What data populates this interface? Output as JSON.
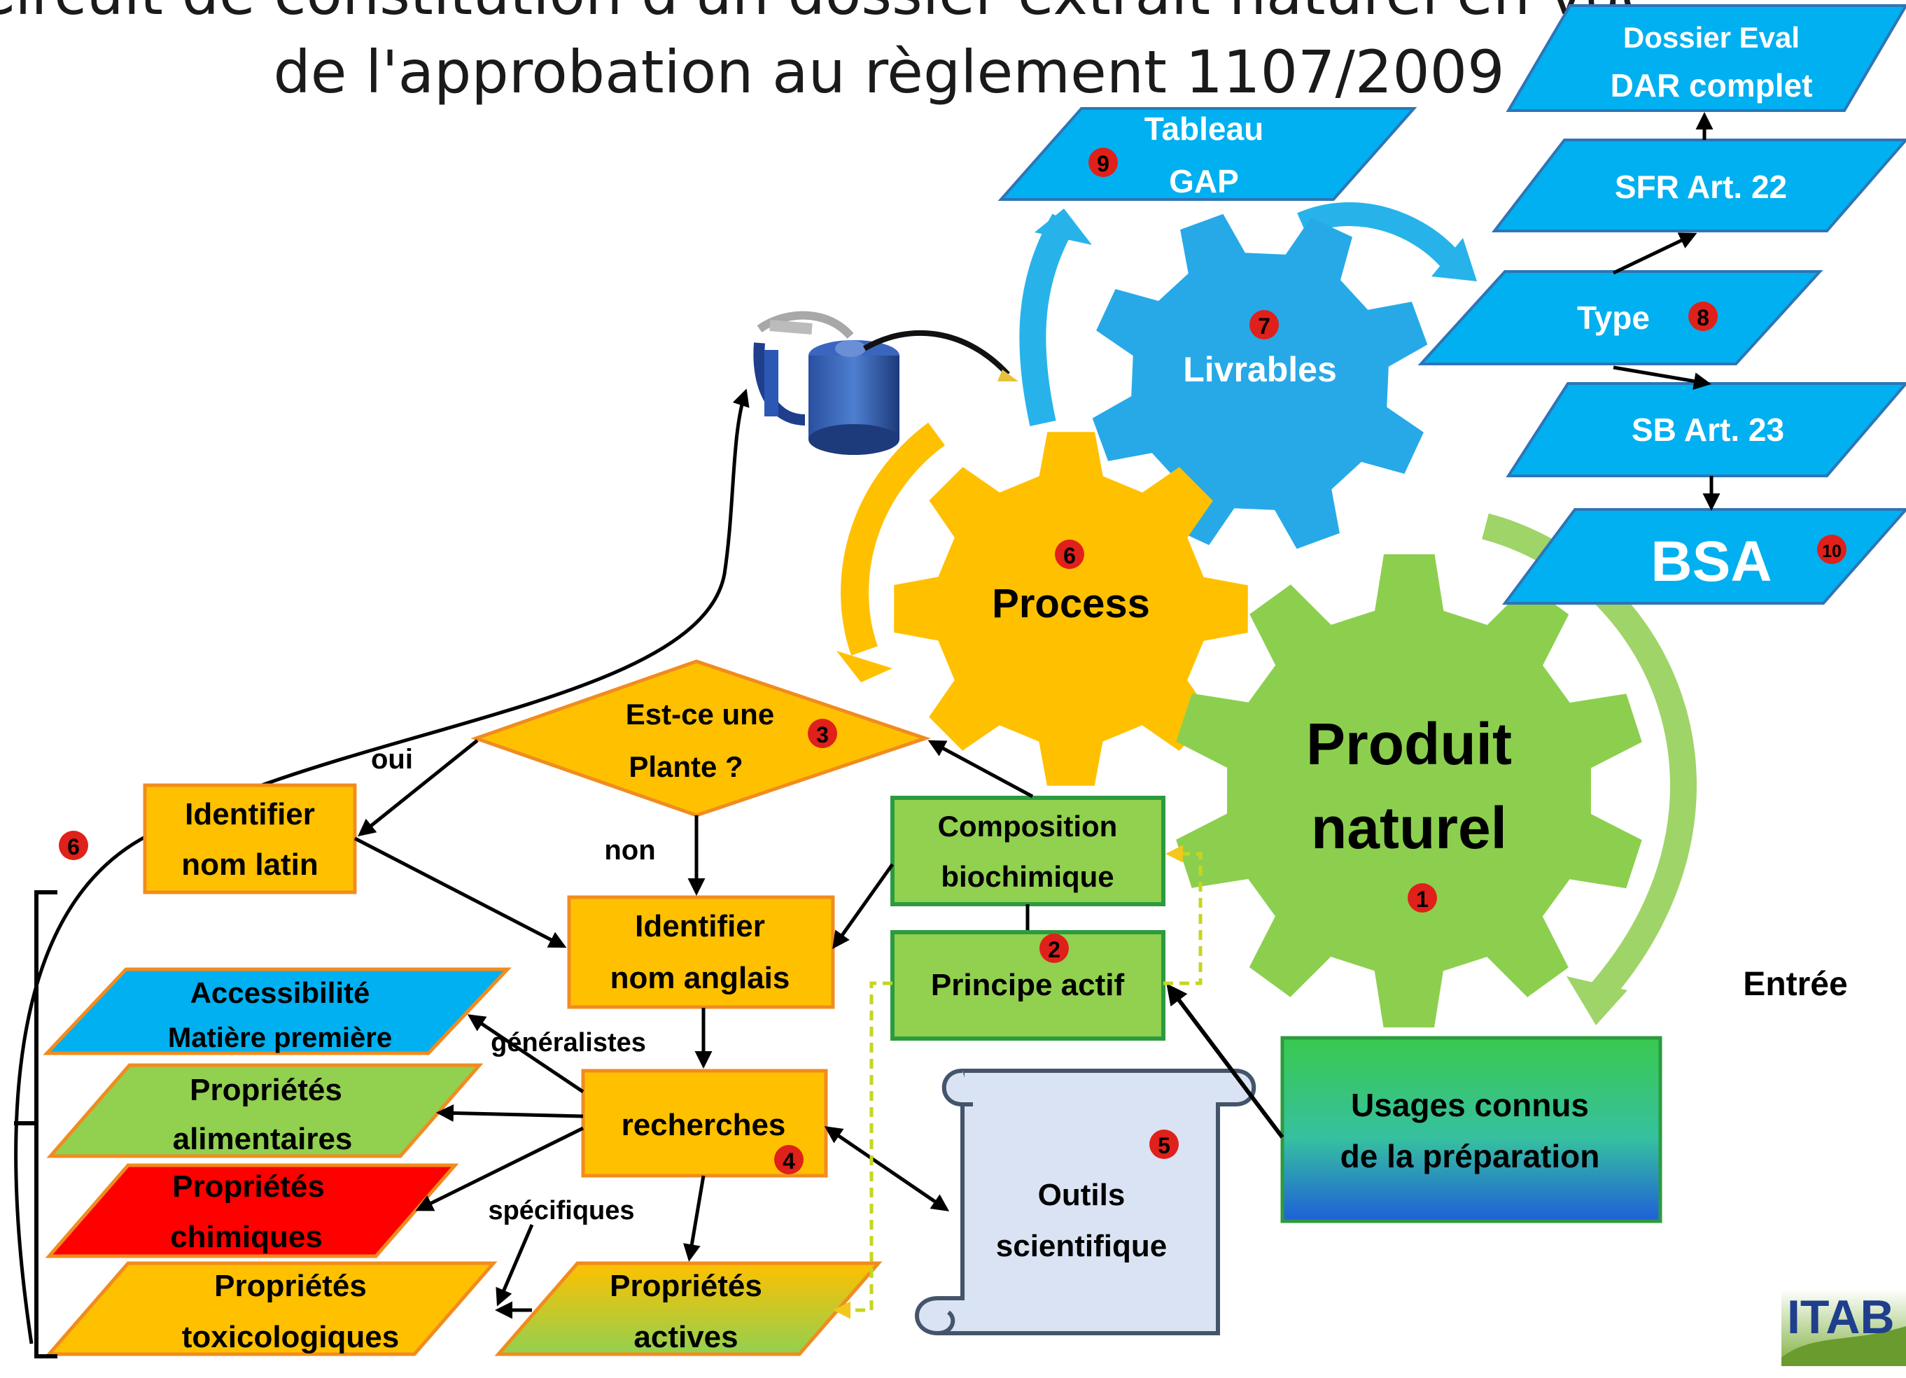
{
  "title": {
    "line1": "Circuit de constitution d'un dossier extrait naturel en vue",
    "line2": "de l'approbation au règlement 1107/2009"
  },
  "gears": {
    "produit_naturel": {
      "label_line1": "Produit",
      "label_line2": "naturel",
      "badge": "1",
      "color": "#8ccf4f"
    },
    "process": {
      "label": "Process",
      "badge": "6",
      "color": "#ffc000"
    },
    "livrables": {
      "label": "Livrables",
      "badge": "7",
      "color": "#27a9e8"
    }
  },
  "deliverables": {
    "tableau_gap": {
      "line1": "Tableau",
      "line2": "GAP",
      "badge": "9"
    },
    "dossier_eval": {
      "line1": "Dossier Eval",
      "line2": "DAR complet"
    },
    "sfr": {
      "label": "SFR Art. 22"
    },
    "type": {
      "label": "Type",
      "badge": "8"
    },
    "sb": {
      "label": "SB Art. 23"
    },
    "bsa": {
      "label": "BSA",
      "badge": "10"
    }
  },
  "flow": {
    "decision": {
      "line1": "Est-ce une",
      "line2": "Plante ?",
      "badge": "3"
    },
    "oui": "oui",
    "non": "non",
    "identifier_latin": {
      "line1": "Identifier",
      "line2": "nom latin"
    },
    "identifier_anglais": {
      "line1": "Identifier",
      "line2": "nom anglais"
    },
    "composition": {
      "line1": "Composition",
      "line2": "biochimique"
    },
    "principe_actif": {
      "label": "Principe actif",
      "badge": "2"
    },
    "recherches": {
      "label": "recherches",
      "badge": "4"
    },
    "generalistes": "généralistes",
    "specifiques": "spécifiques",
    "outils": {
      "line1": "Outils",
      "line2": "scientifique",
      "badge": "5"
    },
    "usages": {
      "line1": "Usages connus",
      "line2": "de la préparation"
    },
    "entree": "Entrée",
    "side_badge": "6"
  },
  "properties": {
    "accessibilite": {
      "line1": "Accessibilité",
      "line2": "Matière première"
    },
    "alimentaires": {
      "line1": "Propriétés",
      "line2": "alimentaires"
    },
    "chimiques": {
      "line1": "Propriétés",
      "line2": "chimiques"
    },
    "toxicologiques": {
      "line1": "Propriétés",
      "line2": "toxicologiques"
    },
    "actives": {
      "line1": "Propriétés",
      "line2": "actives"
    }
  },
  "logo": {
    "text": "ITAB"
  },
  "colors": {
    "orange": "#ffc000",
    "green": "#92d050",
    "blue": "#00b0f0",
    "red": "#ff0000",
    "badge_red": "#e0201a",
    "gear_green": "#8ccf4f",
    "gear_blue": "#27a9e8",
    "arrow_blue": "#27b3ea",
    "arrow_green": "#9fd468"
  }
}
